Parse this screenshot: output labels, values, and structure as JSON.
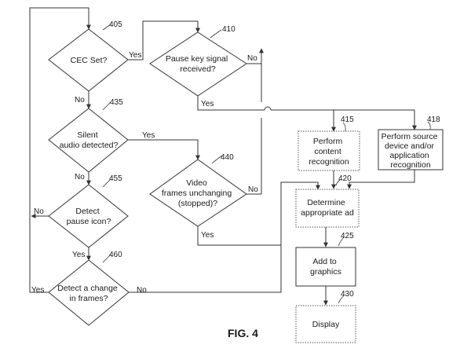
{
  "figure_label": "FIG. 4",
  "nodes": [
    {
      "id": "cec_set",
      "ref": "405",
      "lines": [
        "CEC Set?"
      ]
    },
    {
      "id": "pause_key",
      "ref": "410",
      "lines": [
        "Pause key signal",
        "received?"
      ]
    },
    {
      "id": "silent_audio",
      "ref": "435",
      "lines": [
        "Silent",
        "audio detected?"
      ]
    },
    {
      "id": "video_frames",
      "ref": "440",
      "lines": [
        "Video",
        "frames unchanging",
        "(stopped)?"
      ]
    },
    {
      "id": "pause_icon",
      "ref": "455",
      "lines": [
        "Detect",
        "pause icon?"
      ]
    },
    {
      "id": "frame_change",
      "ref": "460",
      "lines": [
        "Detect a change",
        "in frames?"
      ]
    },
    {
      "id": "content_recog",
      "ref": "415",
      "lines": [
        "Perform",
        "content",
        "recognition"
      ]
    },
    {
      "id": "source_recog",
      "ref": "418",
      "lines": [
        "Perform source",
        "device and/or",
        "application",
        "recognition"
      ]
    },
    {
      "id": "determine_ad",
      "ref": "420",
      "lines": [
        "Determine",
        "appropriate ad"
      ]
    },
    {
      "id": "add_graphics",
      "ref": "425",
      "lines": [
        "Add to",
        "graphics"
      ]
    },
    {
      "id": "display",
      "ref": "430",
      "lines": [
        "Display"
      ]
    }
  ],
  "edge_labels": {
    "cec_yes": "Yes",
    "cec_no": "No",
    "pause_key_no": "No",
    "pause_key_yes": "Yes",
    "silent_yes": "Yes",
    "silent_no": "No",
    "video_no": "No",
    "video_yes": "Yes",
    "icon_no": "No",
    "icon_yes": "Yes",
    "change_yes": "Yes",
    "change_no": "No"
  }
}
